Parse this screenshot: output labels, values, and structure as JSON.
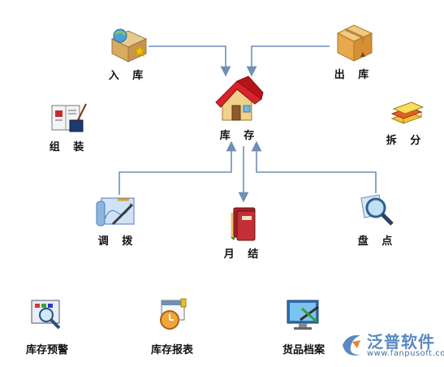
{
  "nodes": {
    "inbound": "入 库",
    "outbound": "出 库",
    "inventory": "库 存",
    "assembly": "组 装",
    "split": "拆 分",
    "transfer": "调 拨",
    "monthly_close": "月 结",
    "stocktake": "盘 点"
  },
  "shortcuts": {
    "warning": "库存预警",
    "report": "库存报表",
    "archive": "货品档案"
  },
  "logo": {
    "brand": "泛普软件",
    "url": "www.fanpusoft.com"
  },
  "colors": {
    "arrow": "#6f8fb5",
    "logo_blue": "#5a88c2"
  }
}
